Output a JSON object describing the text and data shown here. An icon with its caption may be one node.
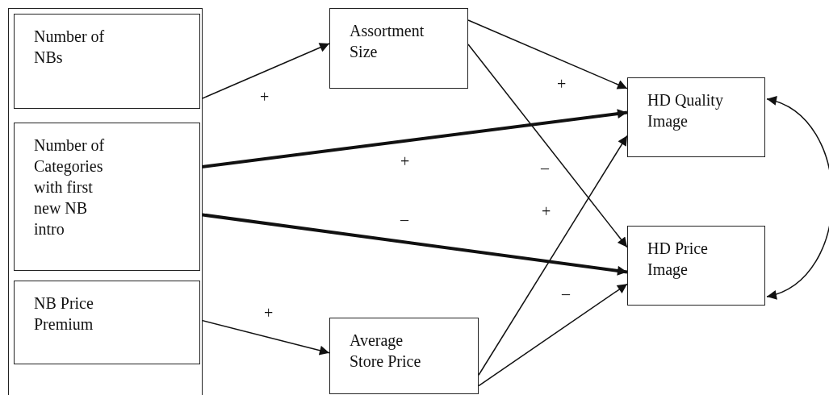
{
  "diagram": {
    "nodes": [
      {
        "text": [],
        "shape": "box"
      },
      {
        "text": [
          "Number of NBs"
        ],
        "in": 0
      },
      {
        "text": [
          "Number of Categories with first new NB intro"
        ],
        "in": 0
      },
      {
        "text": [
          "NB Price Premium"
        ],
        "in": 0
      },
      {
        "text": [
          "Assortment Size"
        ]
      },
      {
        "text": [
          "Average Store Price"
        ]
      },
      {
        "text": [
          "HD Quality Image"
        ]
      },
      {
        "text": [
          "HD Price Image"
        ]
      }
    ],
    "edges": [
      {
        "from": 1,
        "to": 4,
        "arrow": "to",
        "label": "+"
      },
      {
        "from": 4,
        "to": 6,
        "arrow": "to",
        "label": "+"
      },
      {
        "from": 4,
        "to": 7,
        "arrow": "to",
        "label": "–"
      },
      {
        "from": 2,
        "to": 6,
        "arrow": "to",
        "label": "+",
        "style": "thick"
      },
      {
        "from": 2,
        "to": 7,
        "arrow": "to",
        "label": "–",
        "style": "thick"
      },
      {
        "from": 3,
        "to": 5,
        "arrow": "to",
        "label": "+"
      },
      {
        "from": 5,
        "to": 6,
        "arrow": "to",
        "label": "+"
      },
      {
        "from": 5,
        "to": 7,
        "arrow": "to",
        "label": "–"
      },
      {
        "from": 6,
        "to": 7,
        "arrow": "both"
      }
    ]
  }
}
